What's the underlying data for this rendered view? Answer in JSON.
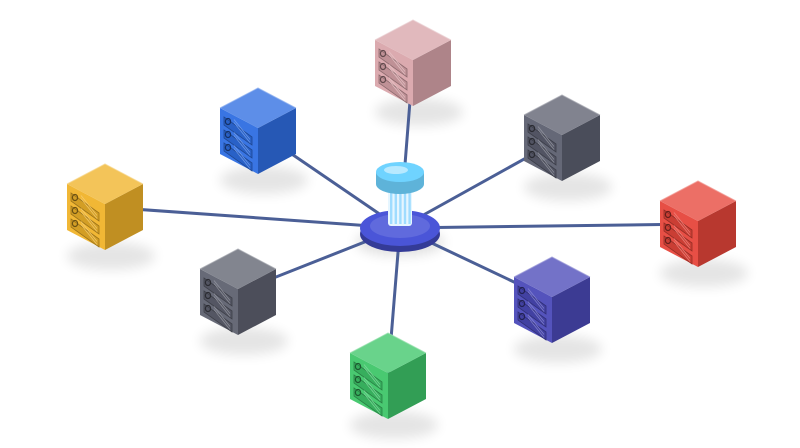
{
  "diagram": {
    "type": "hub-and-spoke network",
    "hub": {
      "name": "central-hub",
      "base_color": "#4a55d8",
      "top_color": "#6fd3ff"
    },
    "link_color": "#4b5f96",
    "nodes": [
      {
        "id": "server-pink",
        "color": "#d9a5ab"
      },
      {
        "id": "server-blue",
        "color": "#2f6ee2"
      },
      {
        "id": "server-dark-right",
        "color": "#5d6070"
      },
      {
        "id": "server-yellow",
        "color": "#f0b32a"
      },
      {
        "id": "server-red",
        "color": "#e6463b"
      },
      {
        "id": "server-dark-left",
        "color": "#5f6270"
      },
      {
        "id": "server-indigo",
        "color": "#4b4ab8"
      },
      {
        "id": "server-green",
        "color": "#3fc66a"
      }
    ]
  }
}
